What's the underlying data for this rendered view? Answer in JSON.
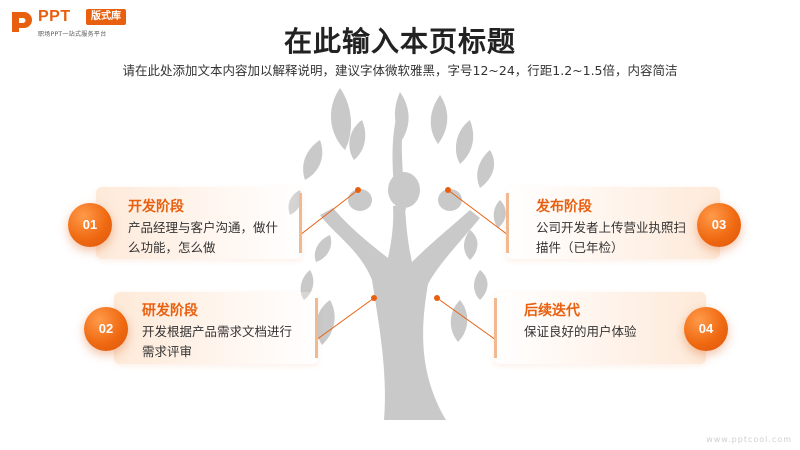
{
  "logo": {
    "brand": "PPT",
    "badge": "版式库",
    "tagline": "职场PPT一站式服务平台"
  },
  "header": {
    "title": "在此输入本页标题",
    "subtitle": "请在此处添加文本内容加以解释说明，建议字体微软雅黑，字号12~24，行距1.2~1.5倍，内容简洁"
  },
  "stages": [
    {
      "num": "01",
      "title": "开发阶段",
      "text": "产品经理与客户沟通，做什么功能，怎么做"
    },
    {
      "num": "02",
      "title": "研发阶段",
      "text": "开发根据产品需求文档进行需求评审"
    },
    {
      "num": "03",
      "title": "发布阶段",
      "text": "公司开发者上传营业执照扫描件（已年检）"
    },
    {
      "num": "04",
      "title": "后续迭代",
      "text": "保证良好的用户体验"
    }
  ],
  "watermark": "www.pptcool.com",
  "colors": {
    "accent": "#e8600f",
    "tree": "#c9c9c9",
    "card_bg": "#fde8d6"
  }
}
